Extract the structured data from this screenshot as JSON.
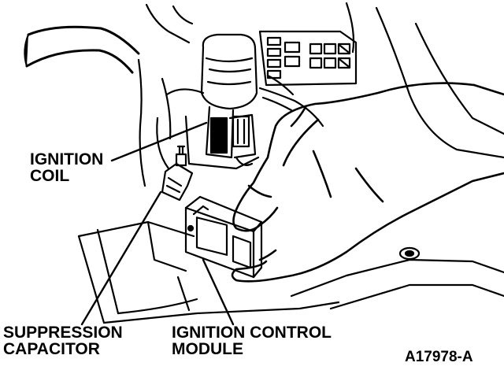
{
  "labels": {
    "ignition_coil": [
      "IGNITION",
      "COIL"
    ],
    "suppression_capacitor": [
      "SUPPRESSION",
      "CAPACITOR"
    ],
    "ignition_control_module": [
      "IGNITION CONTROL",
      "MODULE"
    ],
    "figure_code": "A17978-A"
  },
  "colors": {
    "ink": "#000000",
    "paper": "#ffffff"
  }
}
